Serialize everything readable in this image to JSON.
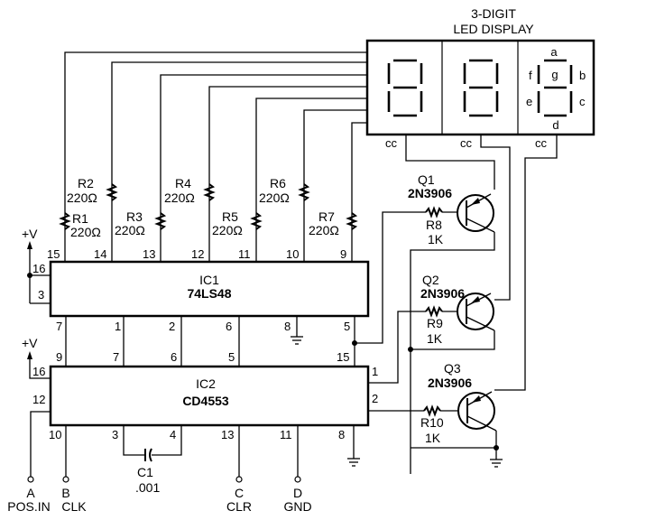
{
  "display": {
    "title_line1": "3-DIGIT",
    "title_line2": "LED DISPLAY",
    "segments": [
      "a",
      "b",
      "c",
      "d",
      "e",
      "f",
      "g"
    ],
    "cc_labels": [
      "cc",
      "cc",
      "cc"
    ]
  },
  "ic1": {
    "name": "IC1",
    "part": "74LS48",
    "top_pins": [
      "15",
      "14",
      "13",
      "12",
      "11",
      "10",
      "9"
    ],
    "left_pins": [
      "16",
      "3"
    ],
    "bottom_pins": [
      "7",
      "1",
      "2",
      "6",
      "8",
      "5"
    ]
  },
  "ic2": {
    "name": "IC2",
    "part": "CD4553",
    "top_pins": [
      "9",
      "7",
      "6",
      "5",
      "15"
    ],
    "left_pins": [
      "16",
      "12"
    ],
    "right_pins": [
      "1",
      "2"
    ],
    "bottom_pins": [
      "10",
      "3",
      "4",
      "13",
      "11",
      "8"
    ]
  },
  "resistors": [
    {
      "ref": "R1",
      "value": "220Ω"
    },
    {
      "ref": "R2",
      "value": "220Ω"
    },
    {
      "ref": "R3",
      "value": "220Ω"
    },
    {
      "ref": "R4",
      "value": "220Ω"
    },
    {
      "ref": "R5",
      "value": "220Ω"
    },
    {
      "ref": "R6",
      "value": "220Ω"
    },
    {
      "ref": "R7",
      "value": "220Ω"
    },
    {
      "ref": "R8",
      "value": "1K"
    },
    {
      "ref": "R9",
      "value": "1K"
    },
    {
      "ref": "R10",
      "value": "1K"
    }
  ],
  "transistors": [
    {
      "ref": "Q1",
      "part": "2N3906"
    },
    {
      "ref": "Q2",
      "part": "2N3906"
    },
    {
      "ref": "Q3",
      "part": "2N3906"
    }
  ],
  "capacitor": {
    "ref": "C1",
    "value": ".001"
  },
  "supply": {
    "label": "+V"
  },
  "terminals": [
    {
      "letter": "A",
      "name": "POS.IN"
    },
    {
      "letter": "B",
      "name": "CLK"
    },
    {
      "letter": "C",
      "name": "CLR"
    },
    {
      "letter": "D",
      "name": "GND"
    }
  ]
}
